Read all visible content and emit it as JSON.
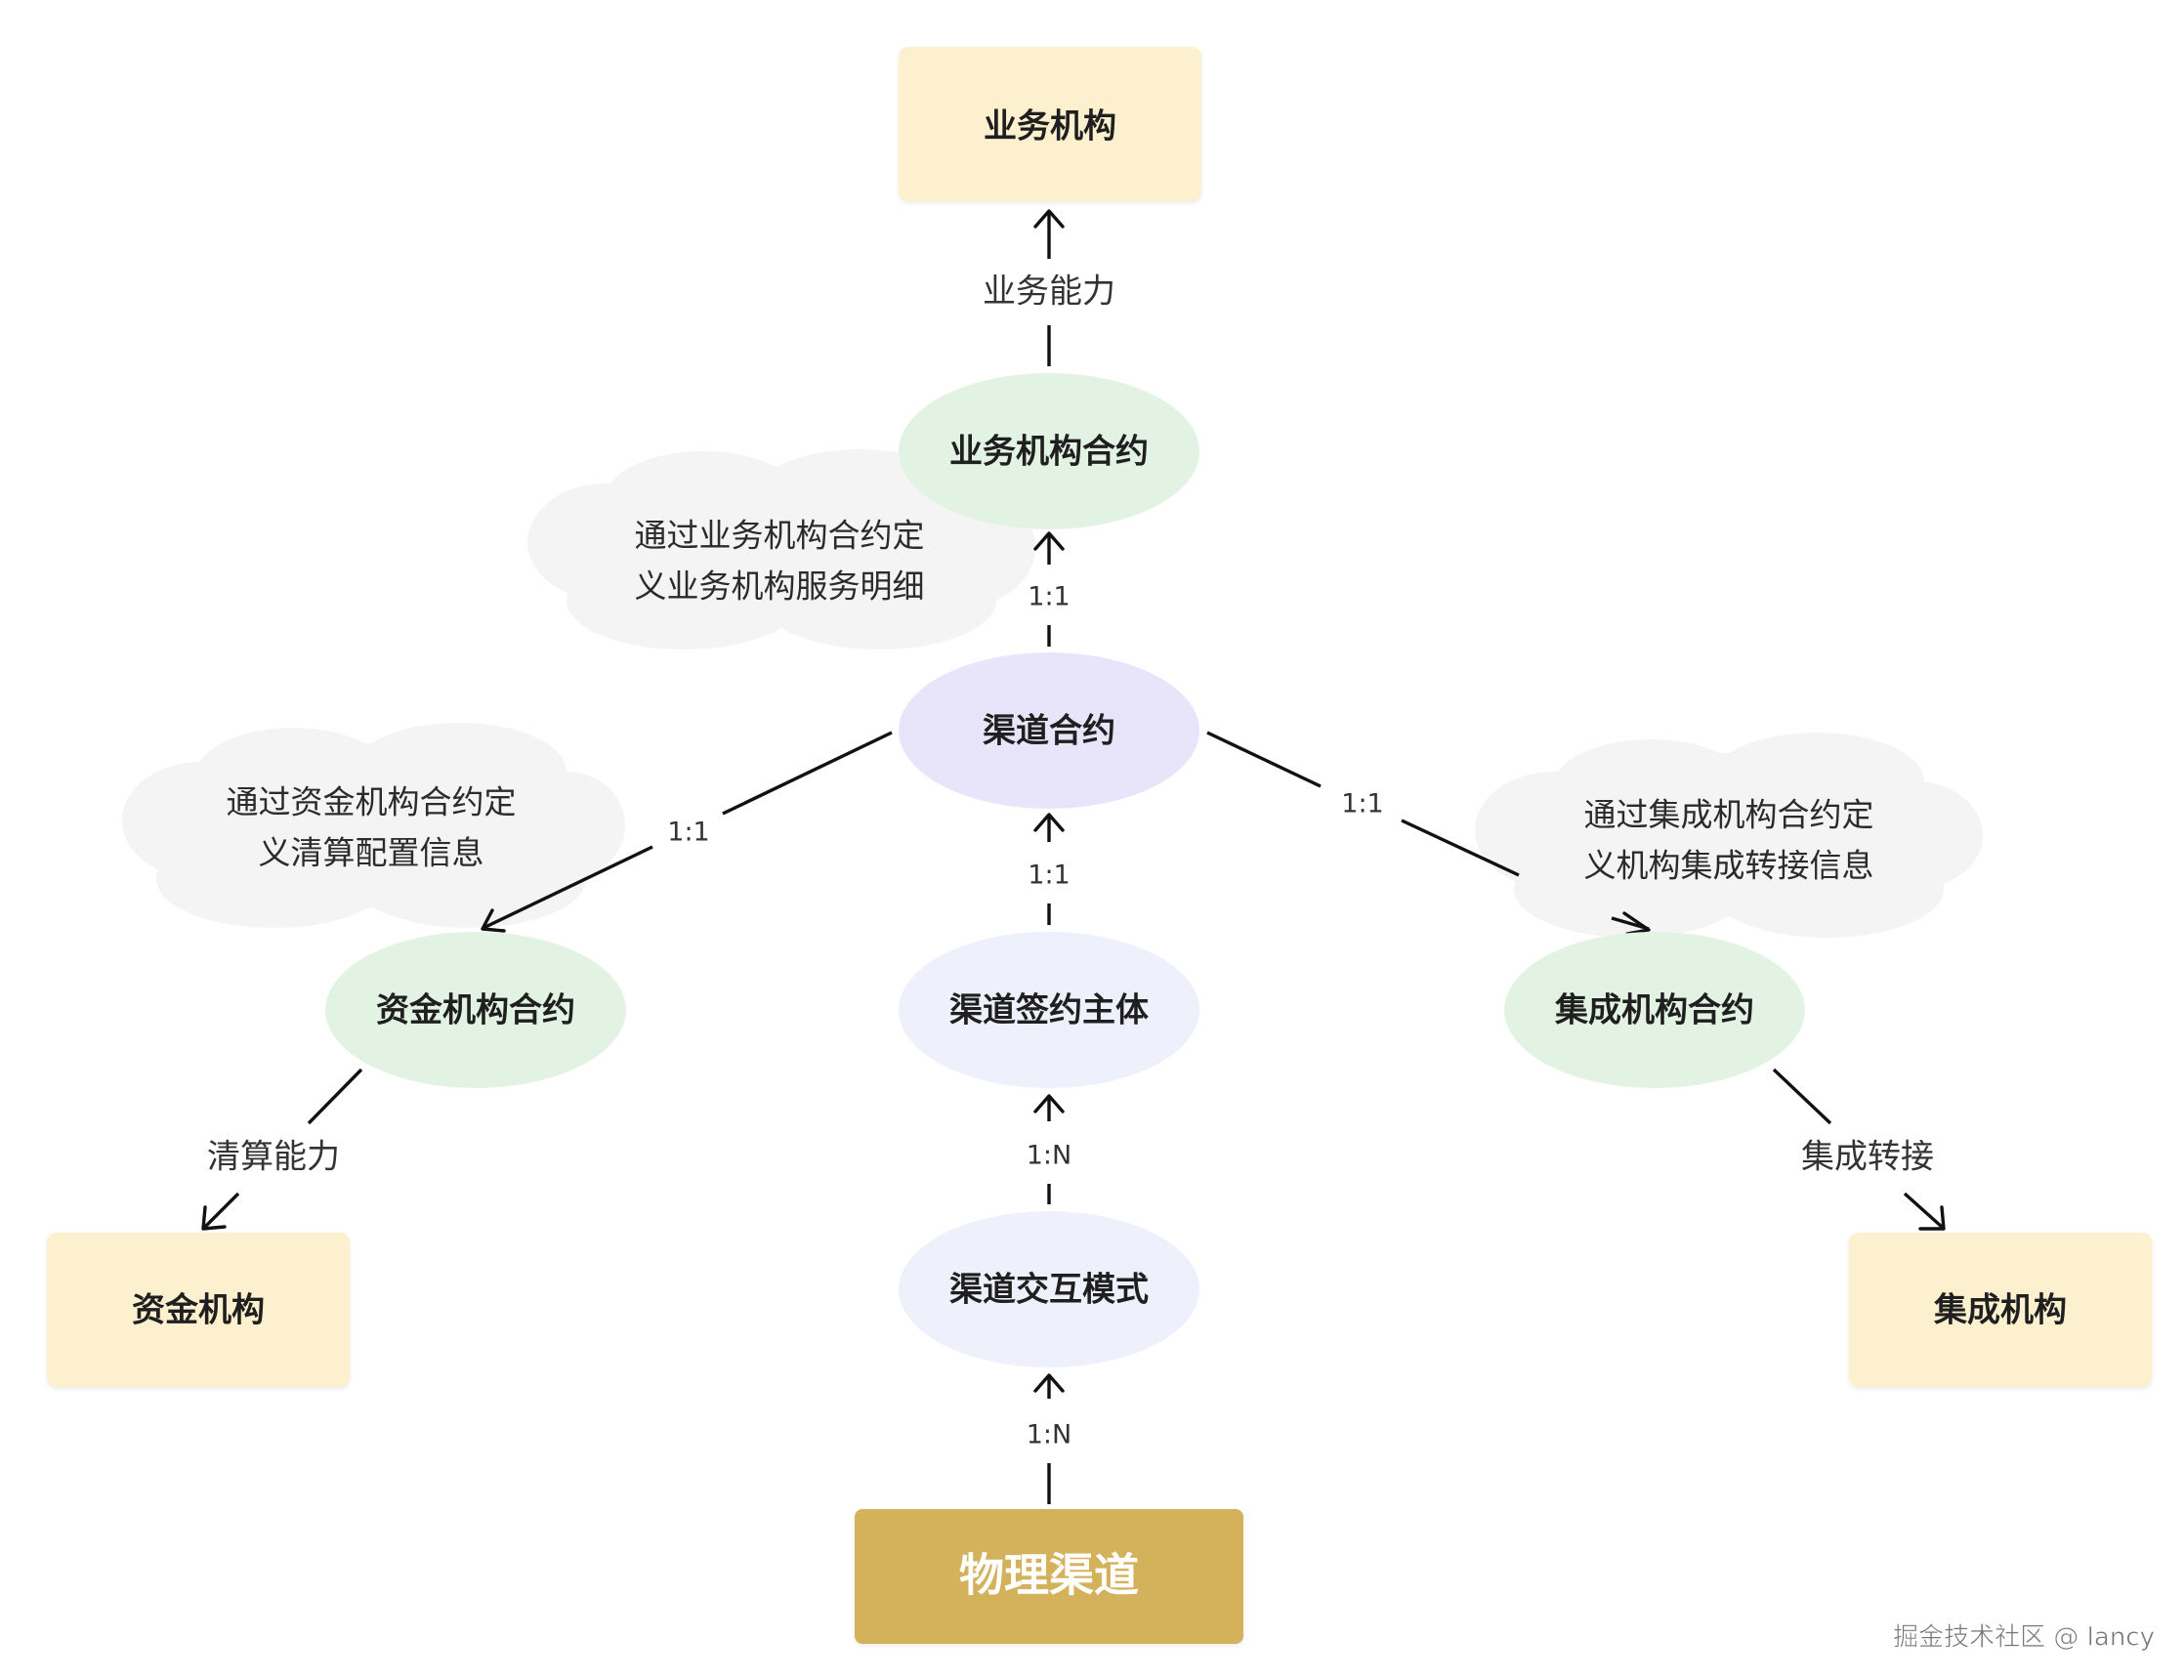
{
  "nodes": {
    "business_org": "业务机构",
    "business_contract": "业务机构合约",
    "channel_contract": "渠道合约",
    "fund_contract": "资金机构合约",
    "channel_signing_entity": "渠道签约主体",
    "integration_contract": "集成机构合约",
    "fund_org": "资金机构",
    "integration_org": "集成机构",
    "channel_interaction_mode": "渠道交互模式",
    "physical_channel": "物理渠道"
  },
  "edges": {
    "business_capability": "业务能力",
    "clearing_capability": "清算能力",
    "integration_transfer": "集成转接",
    "ratio_business": "1:1",
    "ratio_fund": "1:1",
    "ratio_integration": "1:1",
    "ratio_signing": "1:1",
    "ratio_interaction": "1:N",
    "ratio_physical": "1:N"
  },
  "notes": {
    "business_line1": "通过业务机构合约定",
    "business_line2": "义业务机构服务明细",
    "fund_line1": "通过资金机构合约定",
    "fund_line2": "义清算配置信息",
    "integration_line1": "通过集成机构合约定",
    "integration_line2": "义机构集成转接信息"
  },
  "watermark": "掘金技术社区 @ lancy",
  "colors": {
    "org_box": "#fdf0cf",
    "contract_green": "#e2f3e3",
    "channel_contract_purple": "#e8e5fb",
    "channel_blue": "#eef1fb",
    "physical_gold": "#d4b25c",
    "cloud": "#f4f4f4",
    "line": "#111111"
  }
}
